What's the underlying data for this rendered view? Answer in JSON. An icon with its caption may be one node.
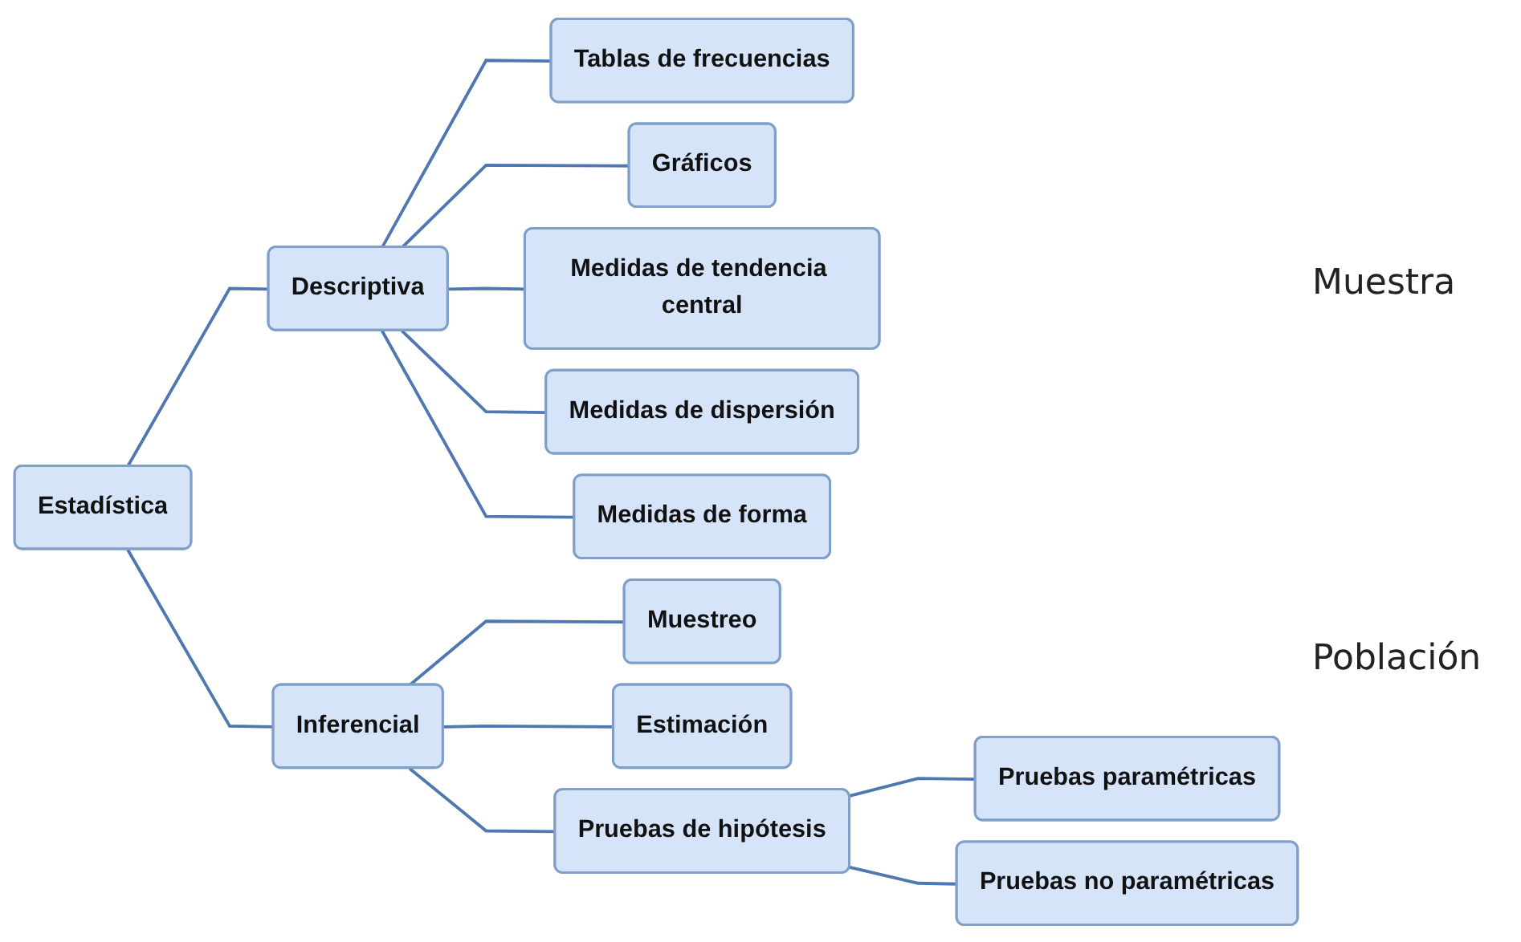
{
  "diagram": {
    "nodes": [
      {
        "text": [
          "Estadística"
        ]
      },
      {
        "text": [
          "Descriptiva"
        ]
      },
      {
        "text": [
          "Tablas de frecuencias"
        ]
      },
      {
        "text": [
          "Gráficos"
        ]
      },
      {
        "text": [
          "Medidas de tendencia central"
        ]
      },
      {
        "text": [
          "Medidas de dispersión"
        ]
      },
      {
        "text": [
          "Medidas de forma"
        ]
      },
      {
        "text": [
          "Inferencial"
        ]
      },
      {
        "text": [
          "Muestreo"
        ]
      },
      {
        "text": [
          "Estimación"
        ]
      },
      {
        "text": [
          "Pruebas de hipótesis"
        ]
      },
      {
        "text": [
          "Pruebas paramétricas"
        ]
      },
      {
        "text": [
          "Pruebas no paramétricas"
        ]
      }
    ],
    "edges": [
      {
        "from": 0,
        "to": 1,
        "arrow": "none"
      },
      {
        "from": 0,
        "to": 7,
        "arrow": "none"
      },
      {
        "from": 1,
        "to": 2,
        "arrow": "none"
      },
      {
        "from": 1,
        "to": 3,
        "arrow": "none"
      },
      {
        "from": 1,
        "to": 4,
        "arrow": "none"
      },
      {
        "from": 1,
        "to": 5,
        "arrow": "none"
      },
      {
        "from": 1,
        "to": 6,
        "arrow": "none"
      },
      {
        "from": 7,
        "to": 8,
        "arrow": "none"
      },
      {
        "from": 7,
        "to": 9,
        "arrow": "none"
      },
      {
        "from": 7,
        "to": 10,
        "arrow": "none"
      },
      {
        "from": 10,
        "to": 11,
        "arrow": "none"
      },
      {
        "from": 10,
        "to": 12,
        "arrow": "none"
      }
    ],
    "labels": [
      "Muestra",
      "Población"
    ]
  }
}
